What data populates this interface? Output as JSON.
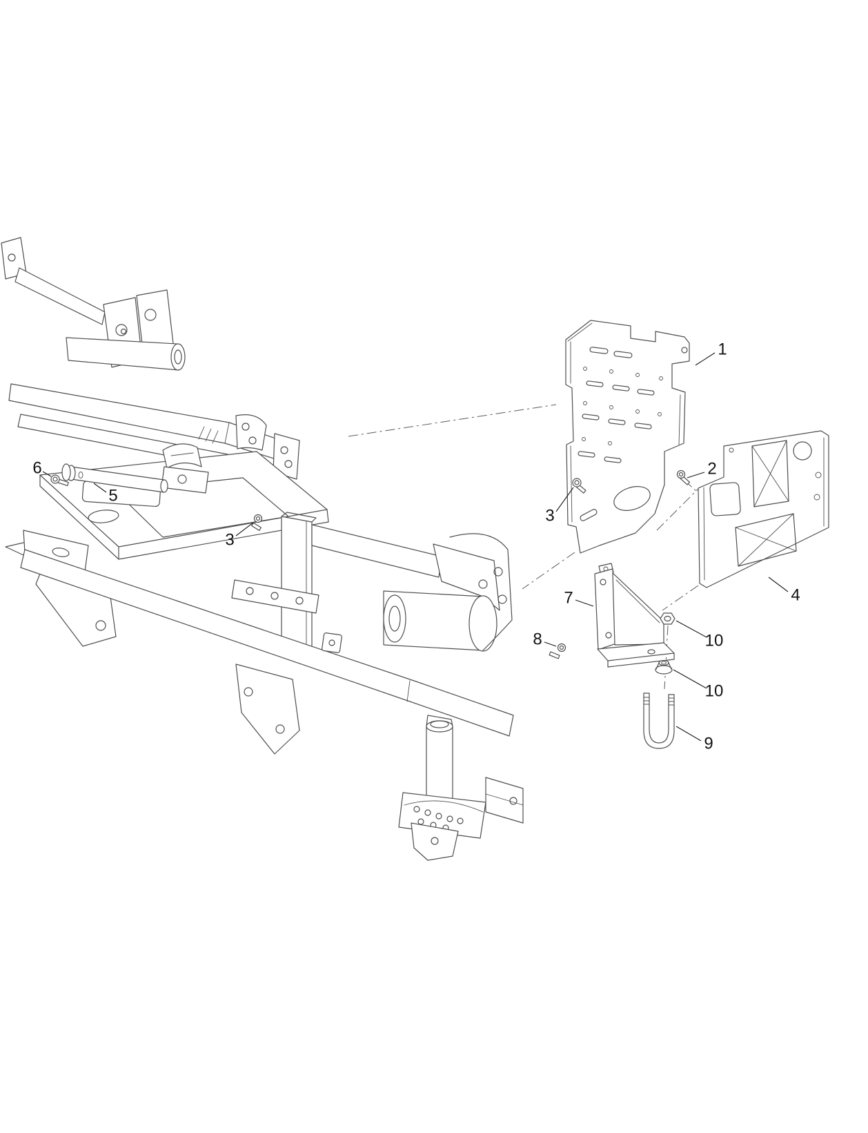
{
  "page": {
    "background_color": "#ffffff",
    "line_color": "#4d4d4d",
    "text_color": "#111111"
  },
  "diagram": {
    "type": "exploded_parts_diagram",
    "callouts": [
      {
        "label": "1"
      },
      {
        "label": "2"
      },
      {
        "label": "3"
      },
      {
        "label": "3"
      },
      {
        "label": "4"
      },
      {
        "label": "5"
      },
      {
        "label": "6"
      },
      {
        "label": "7"
      },
      {
        "label": "8"
      },
      {
        "label": "9"
      },
      {
        "label": "10"
      },
      {
        "label": "10"
      }
    ]
  }
}
